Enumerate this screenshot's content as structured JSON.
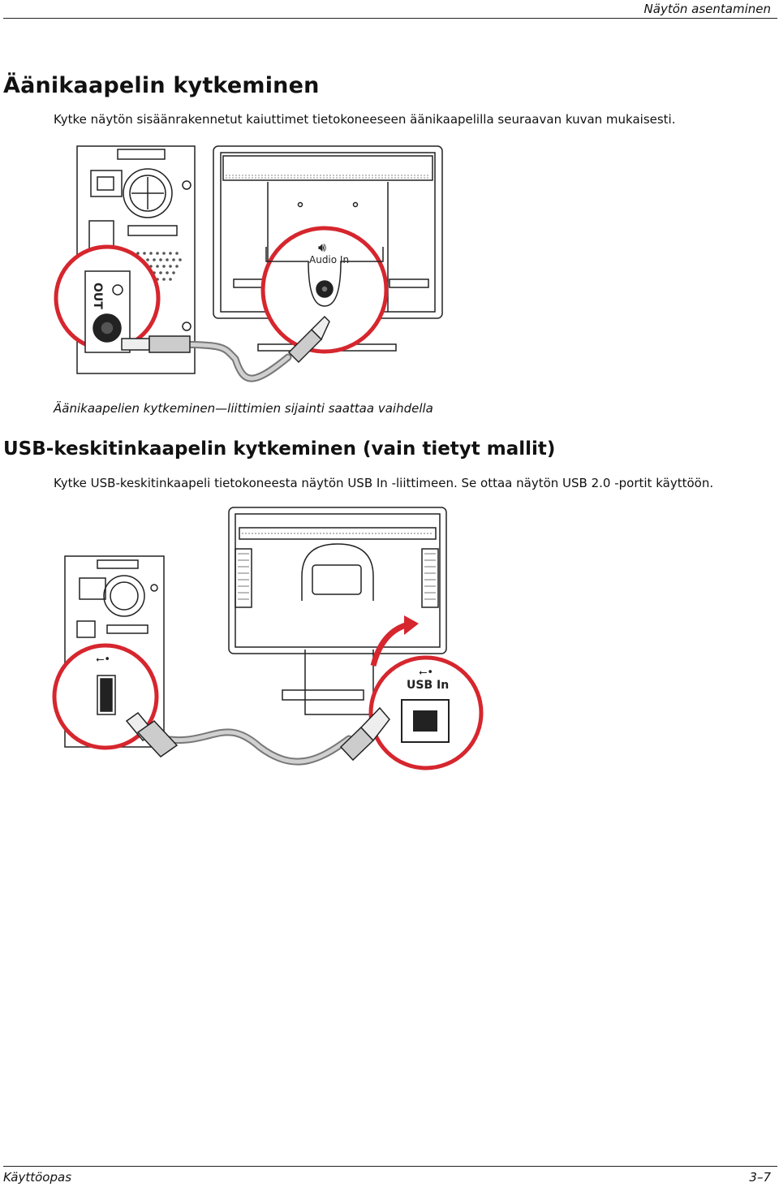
{
  "header": {
    "running_title": "Näytön asentaminen"
  },
  "audio_section": {
    "title": "Äänikaapelin kytkeminen",
    "body": "Kytke näytön sisäänrakennetut kaiuttimet tietokoneeseen äänikaapelilla seuraavan kuvan mukaisesti.",
    "figure": {
      "monitor_port_label": "Audio In",
      "pc_port_label": "OUT"
    },
    "caption": "Äänikaapelien kytkeminen—liittimien sijainti saattaa vaihdella"
  },
  "usb_section": {
    "title": "USB-keskitinkaapelin kytkeminen (vain tietyt mallit)",
    "body": "Kytke USB-keskitinkaapeli tietokoneesta näytön USB In -liittimeen. Se ottaa näytön USB 2.0 -portit käyttöön.",
    "figure": {
      "monitor_port_label": "USB In"
    }
  },
  "footer": {
    "left": "Käyttöopas",
    "right": "3–7"
  },
  "colors": {
    "callout_red": "#d6262e",
    "line": "#222222",
    "cable_gray": "#9a9a9a"
  }
}
